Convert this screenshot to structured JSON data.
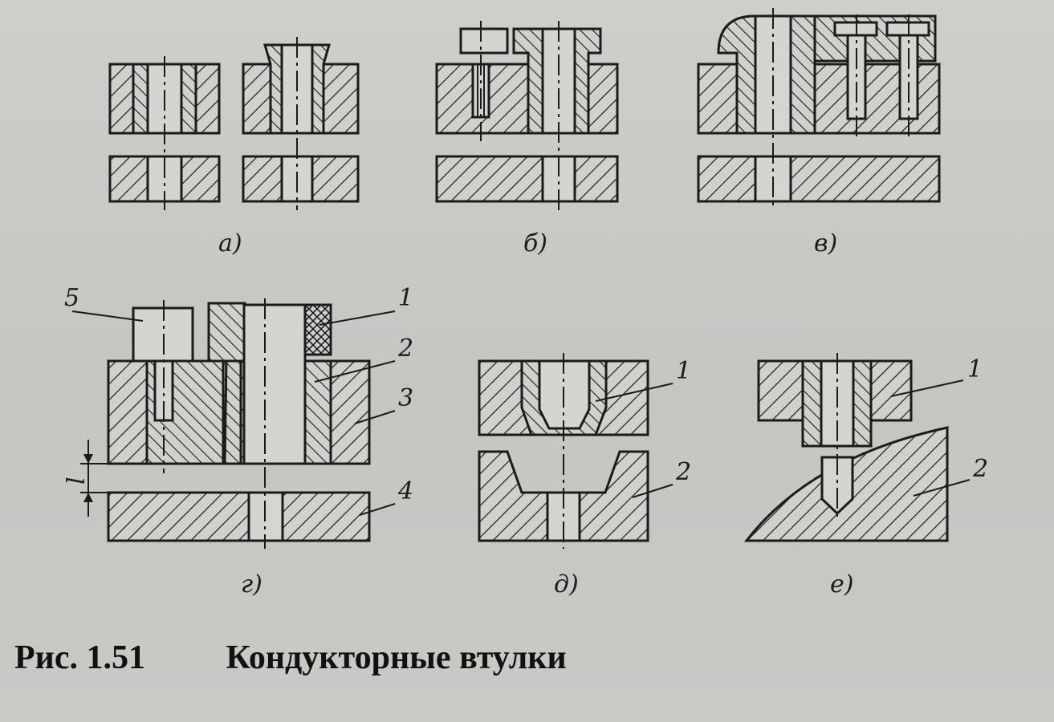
{
  "figure": {
    "subfigure_labels": [
      "а)",
      "б)",
      "в)",
      "г)",
      "д)",
      "е)"
    ],
    "callouts_g": [
      "5",
      "1",
      "2",
      "3",
      "4"
    ],
    "dimension_g": "l",
    "callouts_d": [
      "1",
      "2"
    ],
    "callouts_e": [
      "1",
      "2"
    ]
  },
  "caption": {
    "number": "Рис. 1.51",
    "title": "Кондукторные втулки"
  }
}
